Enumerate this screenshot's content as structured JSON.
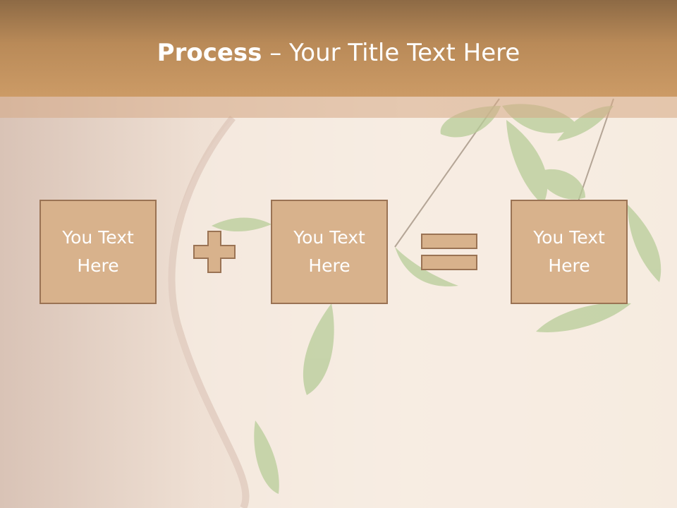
{
  "title": {
    "bold": "Process",
    "separator": " – ",
    "rest": "Your Title Text Here"
  },
  "boxes": [
    {
      "label": "You Text Here"
    },
    {
      "label": "You Text Here"
    },
    {
      "label": "You Text Here"
    }
  ],
  "operators": [
    "plus-icon",
    "equals-icon"
  ],
  "colors": {
    "title_bar": "#b98a58",
    "box_fill": "#d8b28c",
    "box_border": "#9a7354",
    "text": "#ffffff",
    "leaf": "#a9c48a"
  }
}
